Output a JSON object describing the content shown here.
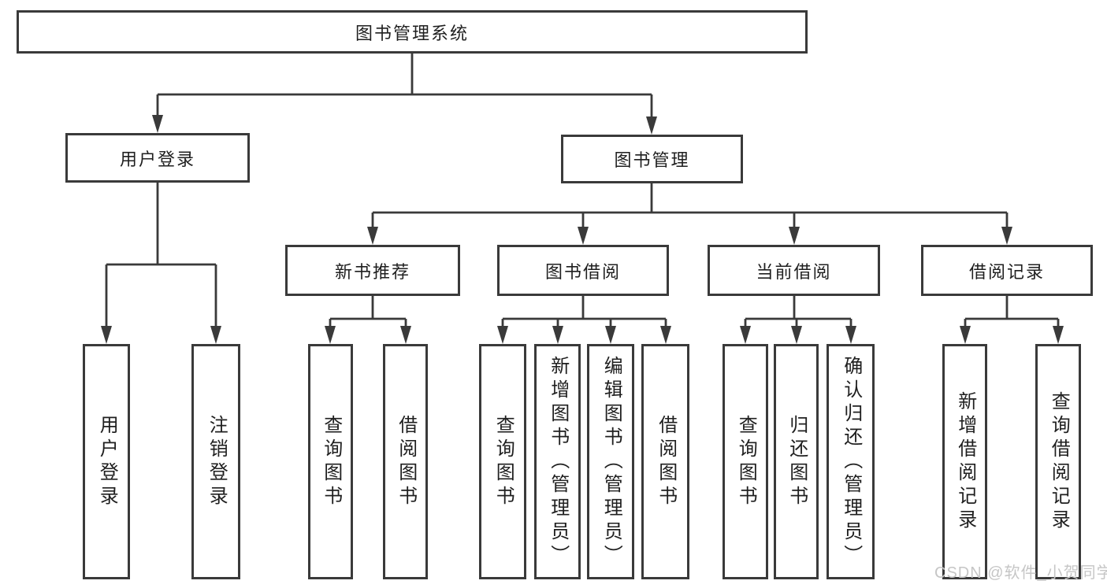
{
  "diagram": {
    "root": {
      "label": "图书管理系统"
    },
    "level1": [
      {
        "label": "用户登录",
        "children": [
          {
            "label": "用户登录"
          },
          {
            "label": "注销登录"
          }
        ]
      },
      {
        "label": "图书管理",
        "children": [
          {
            "label": "新书推荐",
            "children": [
              {
                "label": "查询图书"
              },
              {
                "label": "借阅图书"
              }
            ]
          },
          {
            "label": "图书借阅",
            "children": [
              {
                "label": "查询图书"
              },
              {
                "label": "新增图书（管理员）"
              },
              {
                "label": "编辑图书（管理员）"
              },
              {
                "label": "借阅图书"
              }
            ]
          },
          {
            "label": "当前借阅",
            "children": [
              {
                "label": "查询图书"
              },
              {
                "label": "归还图书"
              },
              {
                "label": "确认归还（管理员）"
              }
            ]
          },
          {
            "label": "借阅记录",
            "children": [
              {
                "label": "新增借阅记录"
              },
              {
                "label": "查询借阅记录"
              }
            ]
          }
        ]
      }
    ]
  },
  "watermark": {
    "text": "CSDN @软件_小贺同学",
    "color": "#c6c6c6"
  },
  "colors": {
    "line": "#3a3a3a",
    "text": "#1f1f1f",
    "background": "#ffffff"
  }
}
